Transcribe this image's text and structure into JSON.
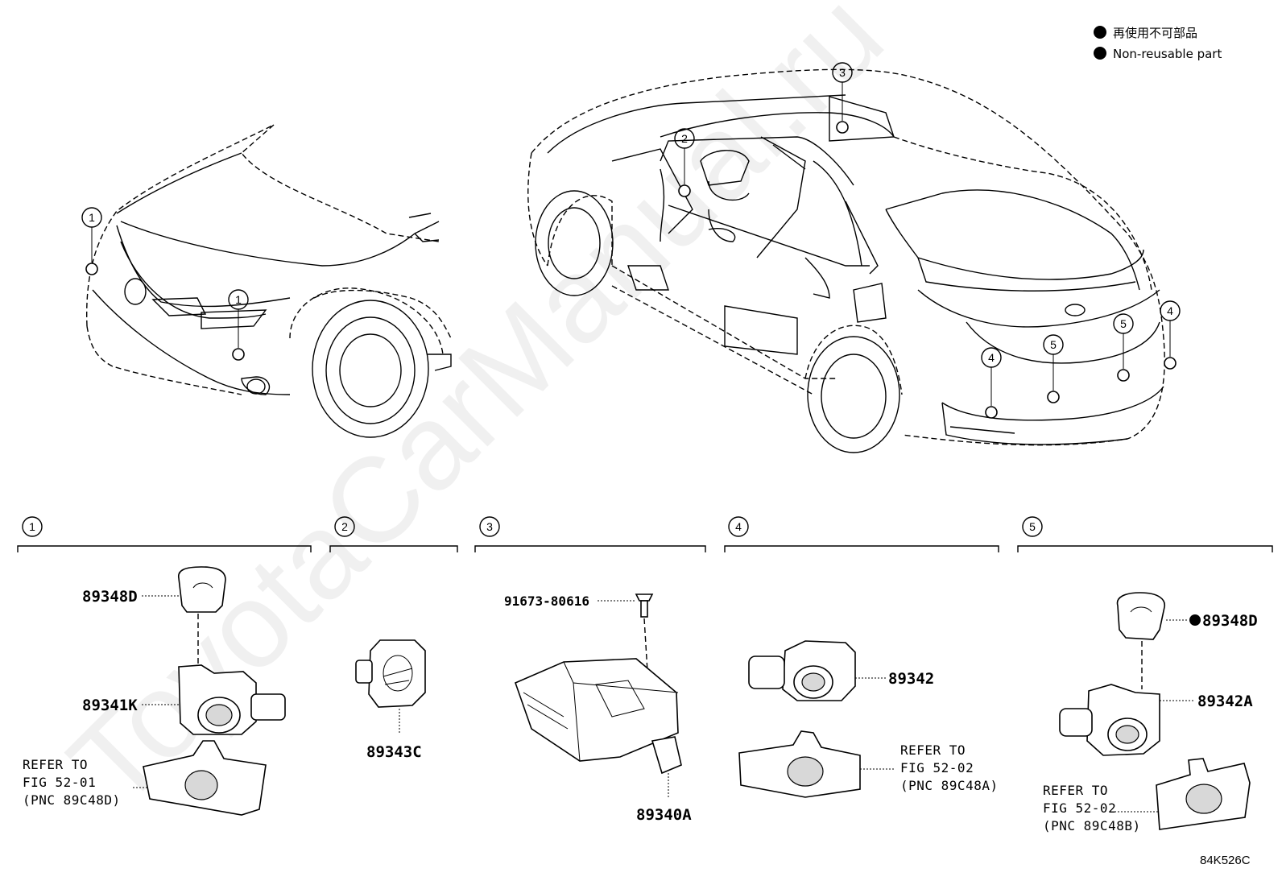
{
  "legend": {
    "line_jp": "再使用不可部品",
    "line_en": "Non-reusable part"
  },
  "watermark": "ToyotaCarManual.ru",
  "diagram_code": "84K526C",
  "callouts": [
    "1",
    "2",
    "3",
    "4",
    "5"
  ],
  "groups": [
    {
      "id": "1",
      "parts": [
        "89348D",
        "89341K"
      ],
      "refer": [
        "REFER TO",
        "FIG 52-01",
        "(PNC 89C48D)"
      ]
    },
    {
      "id": "2",
      "parts": [
        "89343C"
      ]
    },
    {
      "id": "3",
      "parts": [
        "91673-80616",
        "89340A"
      ]
    },
    {
      "id": "4",
      "parts": [
        "89342"
      ],
      "refer": [
        "REFER TO",
        "FIG 52-02",
        "(PNC 89C48A)"
      ]
    },
    {
      "id": "5",
      "parts": [
        "89348D",
        "89342A"
      ],
      "refer": [
        "REFER TO",
        "FIG 52-02",
        "(PNC 89C48B)"
      ],
      "non_reusable": [
        "89348D"
      ]
    }
  ]
}
